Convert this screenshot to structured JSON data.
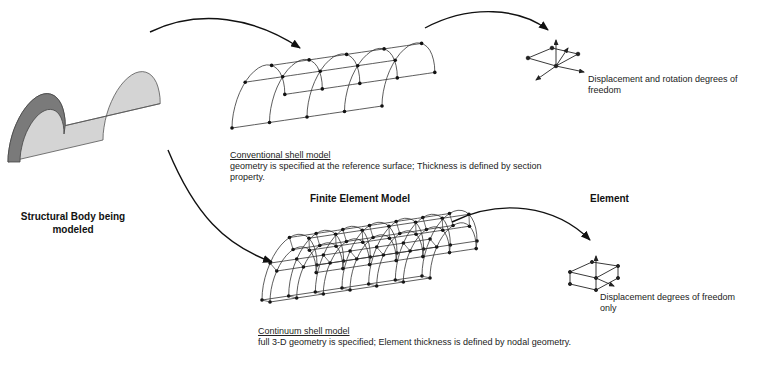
{
  "diagram": {
    "labels": [
      "Conventional shell model",
      "geometry is specified at the reference surface; Thickness is defined by section property.",
      "Finite Element Model",
      "Element",
      "Displacement and rotation degrees of freedom",
      "Structural Body being modeled",
      "Displacement degrees of freedom only",
      "Continuum shell model",
      "full 3-D geometry is specified; Element thickness is defined by nodal geometry."
    ]
  }
}
